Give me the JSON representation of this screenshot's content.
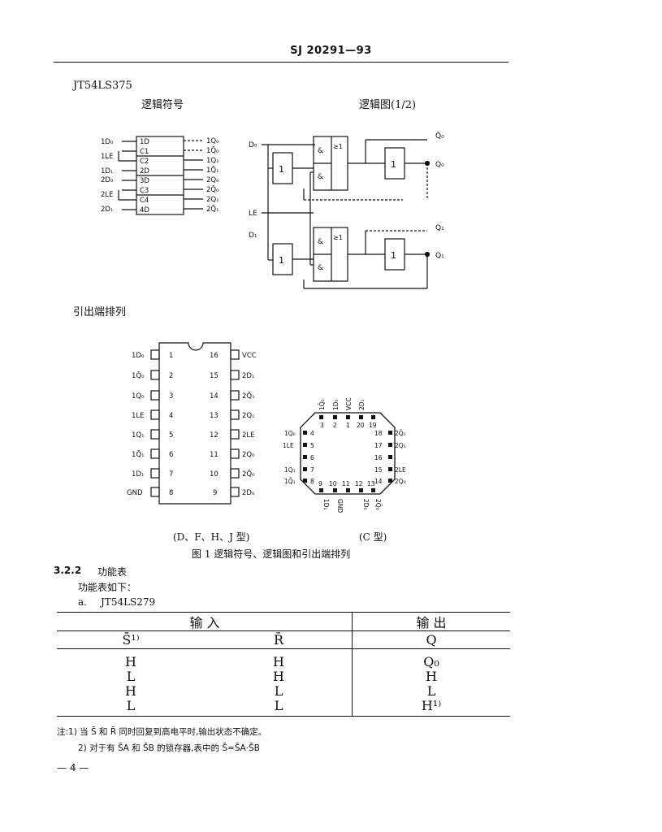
{
  "header": {
    "code": "SJ 20291—93"
  },
  "device1": "JT54LS375",
  "captions": {
    "logic_symbol": "逻辑符号",
    "logic_diagram": "逻辑图(1/2)",
    "pinout": "引出端排列",
    "dip_caption": "(D、F、H、J 型)",
    "c_caption": "(C 型)",
    "figure": "图 1   逻辑符号、逻辑图和引出端排列"
  },
  "logic_symbol": {
    "left_labels": [
      "1D₀",
      "1LE",
      "1D₁",
      "2D₀",
      "2LE",
      "2D₁"
    ],
    "cells": [
      "1D",
      "C1",
      "C2",
      "2D",
      "3D",
      "C3",
      "C4",
      "4D"
    ],
    "right_labels": [
      "1Q₀",
      "1Q̄₀",
      "1Q₁",
      "1Q̄₁",
      "2Q₀",
      "2Q̄₀",
      "2Q₁",
      "2Q̄₁"
    ]
  },
  "logic_diagram": {
    "inputs": [
      "D₀",
      "LE",
      "D₁"
    ],
    "outputs": [
      "Q̄₀",
      "Q₀",
      "Q₁",
      "Q₁"
    ],
    "gate_and": "&",
    "gate_or": "≥1",
    "inverter": "1"
  },
  "dip": {
    "left": [
      {
        "num": "1",
        "name": "1D₀"
      },
      {
        "num": "2",
        "name": "1Q̄₀"
      },
      {
        "num": "3",
        "name": "1Q₀"
      },
      {
        "num": "4",
        "name": "1LE"
      },
      {
        "num": "5",
        "name": "1Q₁"
      },
      {
        "num": "6",
        "name": "1Q̄₁"
      },
      {
        "num": "7",
        "name": "1D₁"
      },
      {
        "num": "8",
        "name": "GND"
      }
    ],
    "right": [
      {
        "num": "16",
        "name": "VCC"
      },
      {
        "num": "15",
        "name": "2D₁"
      },
      {
        "num": "14",
        "name": "2Q̄₁"
      },
      {
        "num": "13",
        "name": "2Q₁"
      },
      {
        "num": "12",
        "name": "2LE"
      },
      {
        "num": "11",
        "name": "2Q₀"
      },
      {
        "num": "10",
        "name": "2Q̄₀"
      },
      {
        "num": "9",
        "name": "2D₀"
      }
    ]
  },
  "lcc": {
    "top": [
      {
        "num": "3",
        "name": "1Q̄₀"
      },
      {
        "num": "2",
        "name": "1D₀"
      },
      {
        "num": "1",
        "name": "VCC"
      },
      {
        "num": "20",
        "name": "2D₁"
      },
      {
        "num": "19",
        "name": ""
      }
    ],
    "left": [
      {
        "num": "4",
        "name": "1Q₀"
      },
      {
        "num": "5",
        "name": "1LE"
      },
      {
        "num": "6",
        "name": ""
      },
      {
        "num": "7",
        "name": "1Q₁"
      },
      {
        "num": "8",
        "name": "1Q̄₁"
      }
    ],
    "right": [
      {
        "num": "18",
        "name": "2Q̄₁"
      },
      {
        "num": "17",
        "name": "2Q₁"
      },
      {
        "num": "16",
        "name": ""
      },
      {
        "num": "15",
        "name": "2LE"
      },
      {
        "num": "14",
        "name": "2Q₀"
      }
    ],
    "bottom": [
      {
        "num": "9",
        "name": "1D₁"
      },
      {
        "num": "10",
        "name": "GND"
      },
      {
        "num": "11",
        "name": ""
      },
      {
        "num": "12",
        "name": "2D₀"
      },
      {
        "num": "13",
        "name": "2Q̄₀"
      }
    ]
  },
  "section": {
    "number": "3.2.2",
    "title": "功能表",
    "intro": "功能表如下：",
    "item": "a.",
    "device2": "JT54LS279"
  },
  "table": {
    "group_input": "输          入",
    "group_output": "输          出",
    "headers": [
      "S̄¹⁾",
      "R̄",
      "Q"
    ],
    "rows": [
      [
        "H",
        "H",
        "Q₀"
      ],
      [
        "L",
        "H",
        "H"
      ],
      [
        "H",
        "L",
        "L"
      ],
      [
        "L",
        "L",
        "H¹⁾"
      ]
    ]
  },
  "notes": [
    "注:1) 当  S̄ 和 R̄ 同时回复到高电平时,输出状态不确定。",
    "2)   对于有 S̄A 和 S̄B 的锁存器,表中的 S̄=S̄A·S̄B"
  ],
  "page_number": "— 4 —"
}
